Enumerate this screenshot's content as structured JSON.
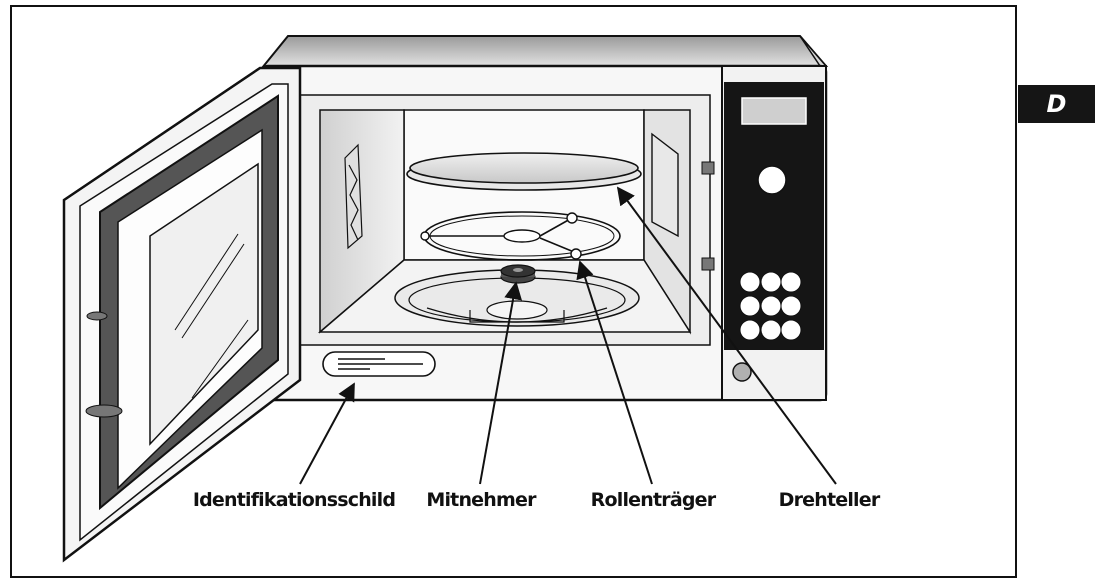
{
  "language_tab": "D",
  "callouts": {
    "identifikationsschild": "Identifikationsschild",
    "mitnehmer": "Mitnehmer",
    "rollentraeger": "Rollenträger",
    "drehteller": "Drehteller"
  },
  "colors": {
    "outline": "#111111",
    "panel_dark": "#151515",
    "door_seal": "#555555",
    "body_shade": "#bdbdbd"
  }
}
